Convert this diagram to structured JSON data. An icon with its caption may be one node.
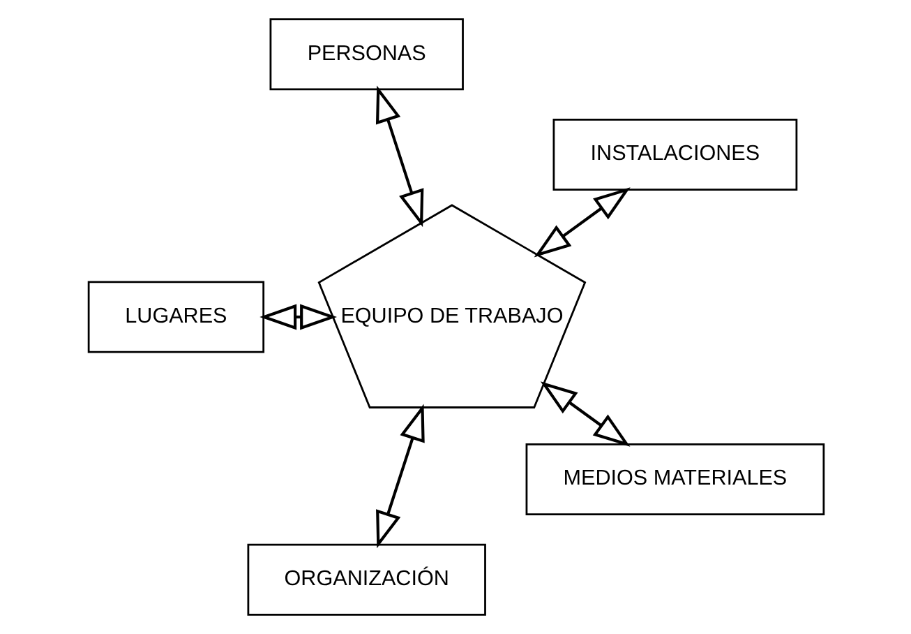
{
  "diagram": {
    "nodes": [
      {
        "text": [
          "EQUIPO DE TRABAJO"
        ]
      },
      {
        "text": [
          "INSTALACIONES"
        ]
      },
      {
        "text": [
          "PERSONAS"
        ]
      },
      {
        "text": [
          "LUGARES"
        ]
      },
      {
        "text": [
          "ORGANIZACIÓN"
        ]
      },
      {
        "text": [
          "MEDIOS MATERIALES"
        ]
      }
    ],
    "edges": [
      {
        "from": 0,
        "to": 1,
        "arrow": "both"
      },
      {
        "from": 0,
        "to": 2,
        "arrow": "both"
      },
      {
        "from": 0,
        "to": 3,
        "arrow": "both"
      },
      {
        "from": 0,
        "to": 4,
        "arrow": "both"
      },
      {
        "from": 0,
        "to": 5,
        "arrow": "both"
      }
    ]
  }
}
